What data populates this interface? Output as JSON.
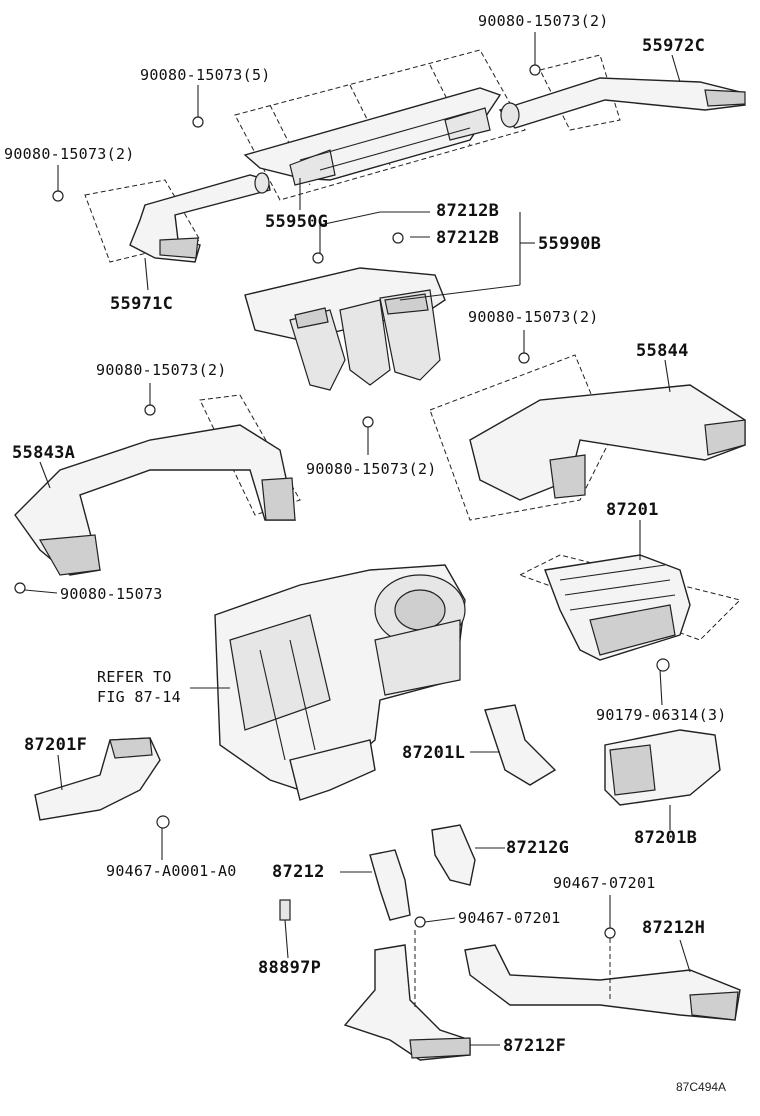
{
  "labels": {
    "bolt_top_right": "90080-15073(2)",
    "duct_55972c": "55972C",
    "bolt_top_mid": "90080-15073(5)",
    "bolt_left": "90080-15073(2)",
    "duct_55950g": "55950G",
    "clip_87212b_1": "87212B",
    "clip_87212b_2": "87212B",
    "duct_55990b": "55990B",
    "duct_55971c": "55971C",
    "bolt_right_mid": "90080-15073(2)",
    "duct_55844": "55844",
    "bolt_left_mid": "90080-15073(2)",
    "duct_55843a": "55843A",
    "bolt_center": "90080-15073(2)",
    "duct_87201": "87201",
    "bolt_lower_left": "90080-15073",
    "refer_to": "REFER TO",
    "fig_ref": "FIG 87-14",
    "nut_90179": "90179-06314(3)",
    "duct_87201f": "87201F",
    "duct_87201l": "87201L",
    "duct_87201b": "87201B",
    "duct_87212g": "87212G",
    "clip_90467_a0001": "90467-A0001-A0",
    "duct_87212": "87212",
    "clip_90467_07201_a": "90467-07201",
    "clip_90467_07201_b": "90467-07201",
    "duct_87212h": "87212H",
    "sensor_88897p": "88897P",
    "duct_87212f": "87212F"
  },
  "figure_code": "87C494A"
}
